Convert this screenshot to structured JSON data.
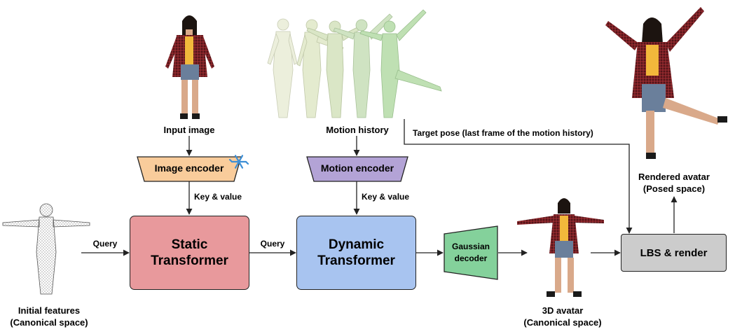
{
  "colors": {
    "static_transformer": "#e8999c",
    "dynamic_transformer": "#a8c4f0",
    "image_encoder": "#f9cc9b",
    "motion_encoder": "#b3a3d6",
    "gaussian_decoder": "#84d19b",
    "lbs_render": "#cccccc",
    "arrow": "#222222"
  },
  "labels": {
    "input_image": "Input image",
    "motion_history": "Motion history",
    "target_pose": "Target pose (last frame of the motion history)",
    "image_encoder": "Image encoder",
    "motion_encoder": "Motion encoder",
    "key_value_left": "Key & value",
    "key_value_right": "Key & value",
    "query_left": "Query",
    "query_mid": "Query",
    "static_line1": "Static",
    "static_line2": "Transformer",
    "dynamic_line1": "Dynamic",
    "dynamic_line2": "Transformer",
    "gaussian_line1": "Gaussian",
    "gaussian_line2": "decoder",
    "lbs_render": "LBS & render",
    "initial_line1": "Initial features",
    "initial_line2": "(Canonical space)",
    "avatar3d_line1": "3D avatar",
    "avatar3d_line2": "(Canonical space)",
    "rendered_line1": "Rendered avatar",
    "rendered_line2": "(Posed space)"
  },
  "icons": {
    "frozen": "snowflake-icon"
  }
}
